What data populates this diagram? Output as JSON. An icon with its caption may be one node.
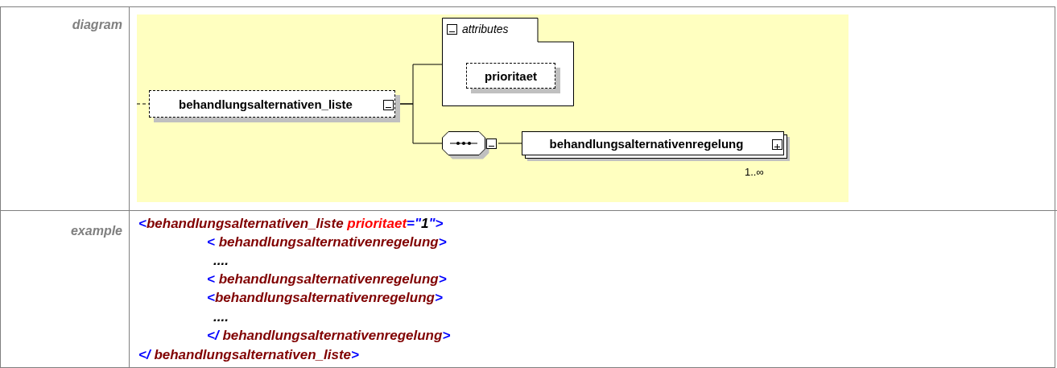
{
  "diagram": {
    "nodes": [
      {
        "text": [
          "behandlungsalternativen_liste"
        ]
      },
      {
        "text": [
          "attributes"
        ]
      },
      {
        "text": [
          "prioritaet"
        ],
        "in": 1
      },
      {
        "text": [],
        "shape": "octagon"
      },
      {
        "text": [
          "behandlungsalternativenregelung"
        ],
        "beside": [
          "1..∞"
        ]
      }
    ],
    "edges": [
      {
        "from": null,
        "to": 0,
        "arrow": "none",
        "style": "dashed"
      },
      {
        "from": 0,
        "to": 1,
        "arrow": "none"
      },
      {
        "from": 0,
        "to": 3,
        "arrow": "none"
      },
      {
        "from": 3,
        "to": 4,
        "arrow": "none"
      }
    ],
    "labels": [
      "diagram",
      "example",
      "<behandlungsalternativen_liste prioritaet=\"1\">",
      "< behandlungsalternativenregelung>",
      "....",
      "< behandlungsalternativenregelung>",
      "<behandlungsalternativenregelung>",
      "....",
      "</ behandlungsalternativenregelung>",
      "</ behandlungsalternativen_liste>"
    ]
  }
}
